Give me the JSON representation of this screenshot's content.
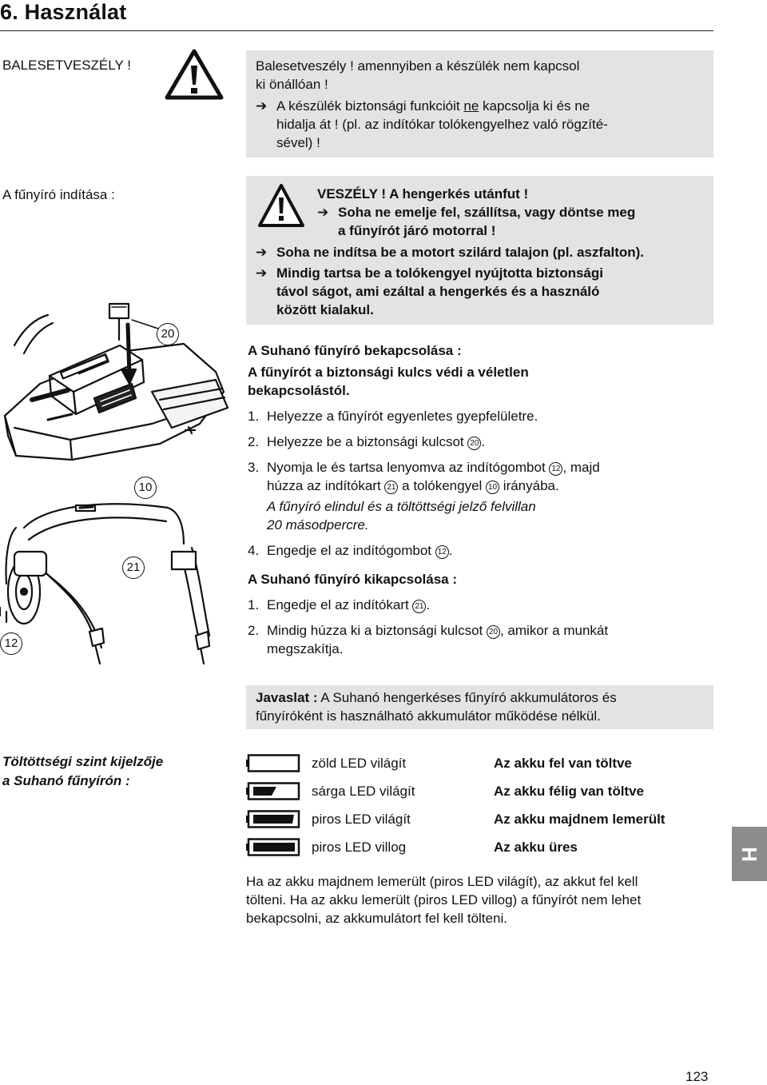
{
  "header": {
    "title": "6. Használat"
  },
  "danger": {
    "label": "BALESETVESZÉLY !",
    "line1": "Balesetveszély ! amennyiben a készülék nem kapcsol",
    "line2": "ki önállóan !",
    "arrow_line1_a": "A készülék biztonsági funkcióit ",
    "arrow_line1_ne": "ne",
    "arrow_line1_b": " kapcsolja ki és ne",
    "arrow_line2": "hidalja át ! (pl. az indítókar tolókengyelhez való rögzíté-",
    "arrow_line3": "sével) !"
  },
  "start": {
    "label": "A fűnyíró indítása :",
    "warn_title": "VESZÉLY ! A hengerkés utánfut !",
    "warn1_line1": "Soha ne emelje fel, szállítsa, vagy döntse meg",
    "warn1_line2": "a fűnyírót járó motorral !",
    "warn2": "Soha ne indítsa be a motort szilárd talajon (pl. aszfalton).",
    "warn3_line1": "Mindig tartsa be a tolókengyel nyújtotta biztonsági",
    "warn3_line2": "távol ságot, ami ezáltal a hengerkés és a használó",
    "warn3_line3": "között kialakul.",
    "arrow_glyph": "➔"
  },
  "on_section": {
    "heading": "A Suhanó fűnyíró bekapcsolása :",
    "intro_line1": "A fűnyírót a biztonsági kulcs védi a véletlen",
    "intro_line2": "bekapcsolástól.",
    "step1_n": "1.",
    "step1": "Helyezze a fűnyírót egyenletes gyepfelületre.",
    "step2_n": "2.",
    "step2_a": "Helyezze be a biztonsági kulcsot ",
    "step2_b": ".",
    "step3_n": "3.",
    "step3_a": "Nyomja le és tartsa lenyomva az indítógombot ",
    "step3_b": ", majd",
    "step3_c": "húzza az indítókart ",
    "step3_d": " a tolókengyel ",
    "step3_e": " irányába.",
    "step3_ital1": "A fűnyíró elindul és a töltöttségi jelző felvillan",
    "step3_ital2": "20 másodpercre.",
    "step4_n": "4.",
    "step4_a": "Engedje el az indítógombot ",
    "step4_b": "."
  },
  "off_section": {
    "heading": "A Suhanó fűnyíró kikapcsolása :",
    "step1_n": "1.",
    "step1_a": "Engedje el az indítókart ",
    "step1_b": ".",
    "step2_n": "2.",
    "step2_a": "Mindig húzza ki a biztonsági kulcsot ",
    "step2_b": ", amikor a munkát",
    "step2_c": "megszakítja."
  },
  "callouts": {
    "c20": "20",
    "c10": "10",
    "c21": "21",
    "c12": "12"
  },
  "tip": {
    "label": "Javaslat :",
    "line1": " A Suhanó hengerkéses fűnyíró akkumulátoros és",
    "line2": "fűnyíróként is használható akkumulátor működése nélkül."
  },
  "charge": {
    "label_line1": "Töltöttségi szint kijelzője",
    "label_line2": "a Suhanó fűnyírón :",
    "rows": [
      {
        "led": "zöld LED világít",
        "state": "Az akku fel van töltve",
        "fill": 0
      },
      {
        "led": "sárga LED világít",
        "state": "Az akku félig van töltve",
        "fill": 0.5
      },
      {
        "led": "piros LED világít",
        "state": "Az akku majdnem lemerült",
        "fill": 0.85
      },
      {
        "led": "piros LED villog",
        "state": "Az akku üres",
        "fill": 1
      }
    ],
    "note_line1": "Ha az akku majdnem lemerült (piros LED világít), az akkut fel kell",
    "note_line2": "tölteni. Ha az akku lemerült (piros LED villog) a fűnyírót nem lehet",
    "note_line3": "bekapcsolni, az akkumulátort fel kell tölteni."
  },
  "side_tab": "H",
  "page_number": "123"
}
